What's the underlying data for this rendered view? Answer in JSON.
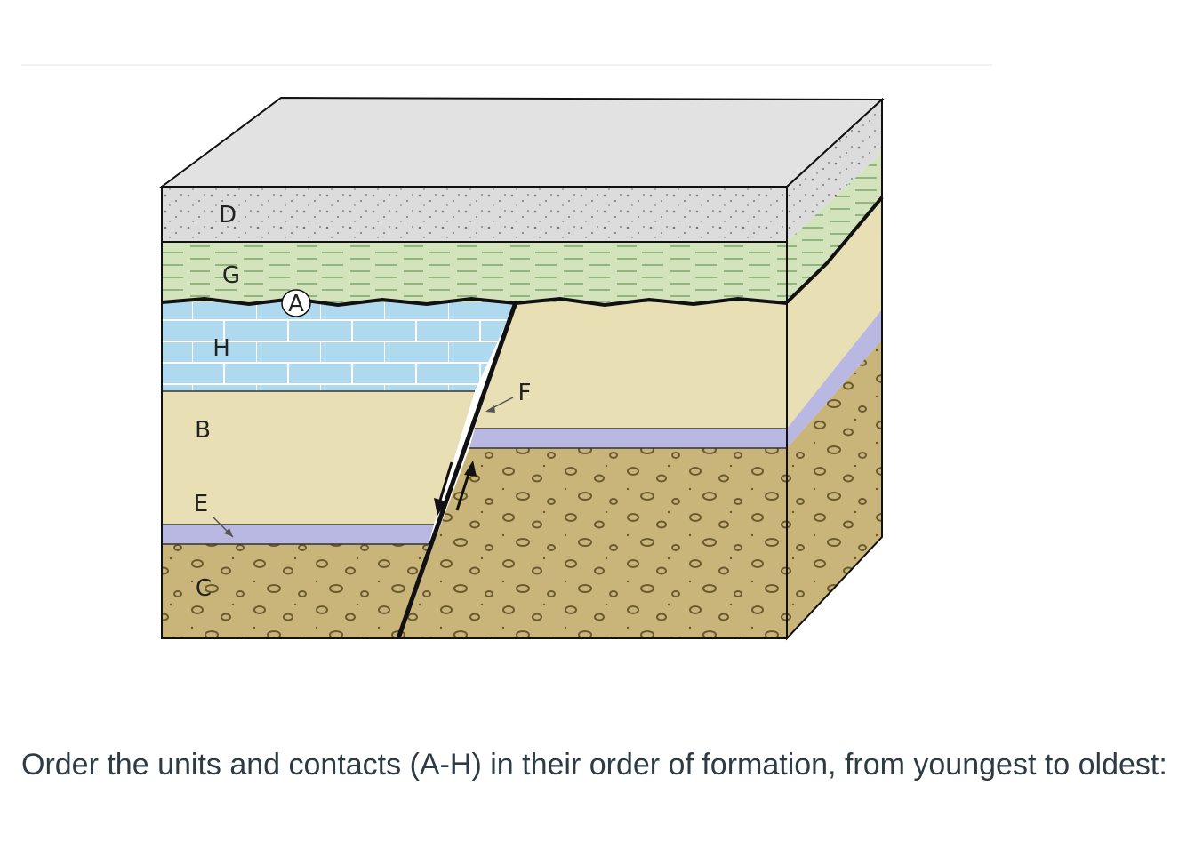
{
  "diagram": {
    "labels": {
      "D": "D",
      "G": "G",
      "A": "A",
      "H": "H",
      "B": "B",
      "E": "E",
      "C": "C",
      "F": "F"
    },
    "colors": {
      "top_surface": "#e2e2e2",
      "unit_D": "#dcdcdc",
      "unit_G": "#d3e4bd",
      "unit_H": "#aed9ef",
      "unit_B": "#e8dfb4",
      "unit_E": "#b8b8e2",
      "unit_C": "#c9b57a",
      "outline": "#111111"
    }
  },
  "question": {
    "text": "Order the units and contacts (A-H) in their order of formation, from youngest to oldest:"
  }
}
